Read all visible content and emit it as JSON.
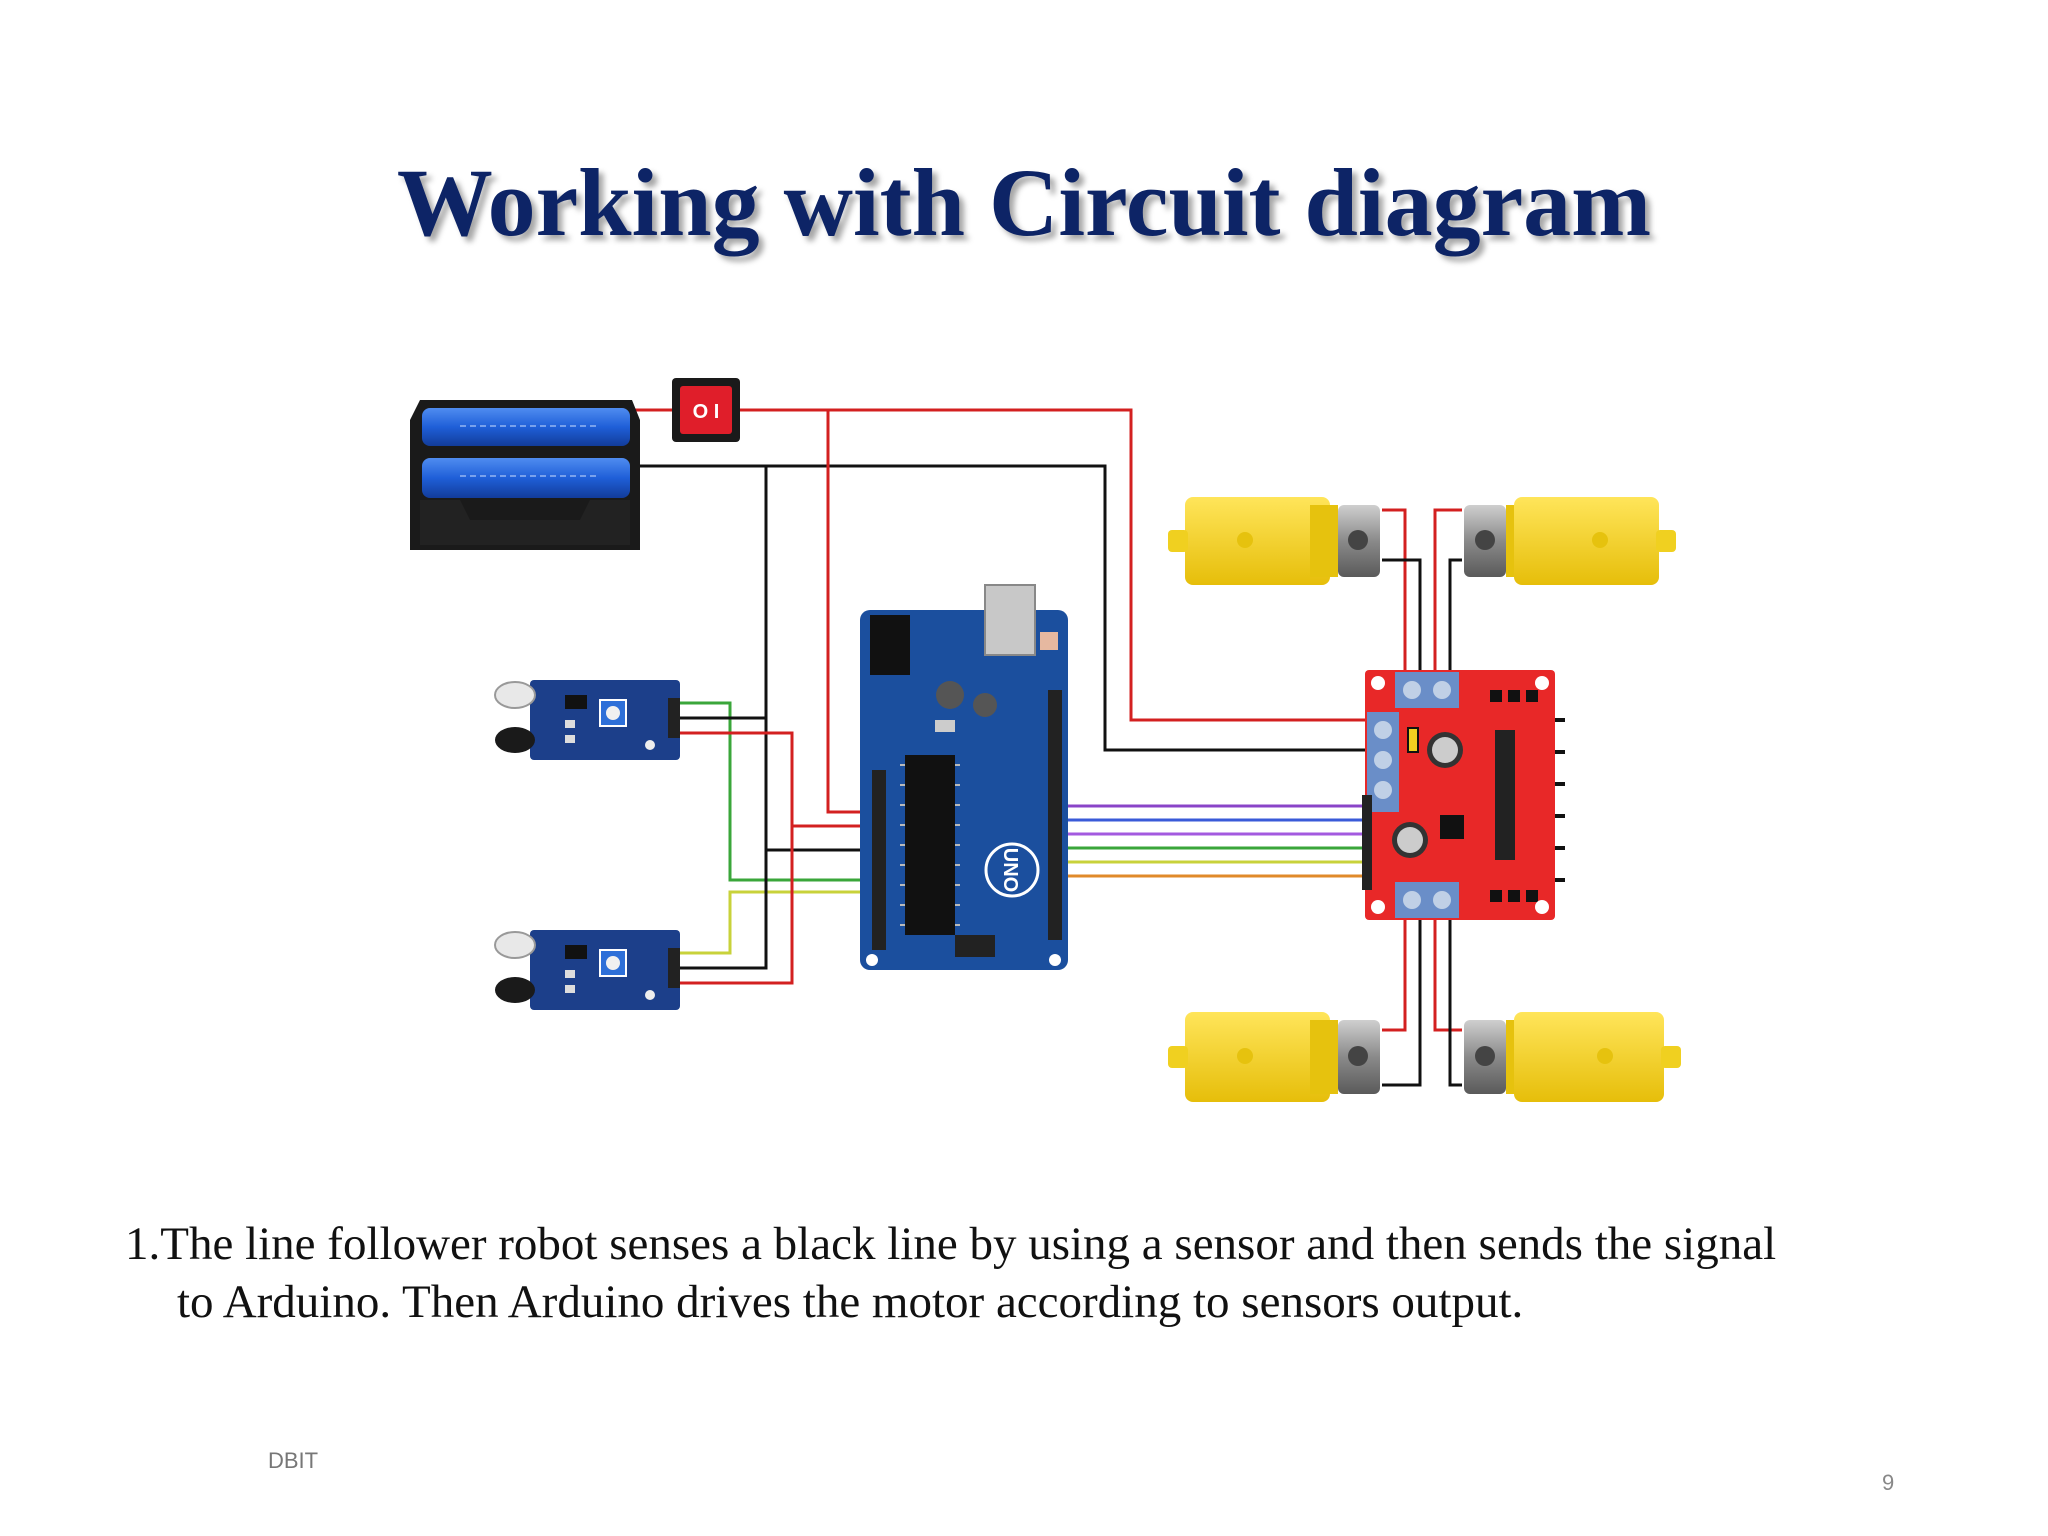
{
  "slide": {
    "title": "Working with Circuit diagram",
    "body_line1": "1.The line follower robot senses a black line by using a sensor and then sends the signal",
    "body_line2": "to Arduino. Then Arduino drives the motor according to sensors output.",
    "footer_left": "DBIT",
    "page_number": "9"
  },
  "diagram": {
    "board_label": "UNO",
    "switch_label": "O  I",
    "colors": {
      "wire_red": "#d32020",
      "wire_black": "#111111",
      "wire_green": "#3aa63a",
      "wire_yellow": "#c8d23a",
      "wire_purple": "#8a44c8",
      "wire_blue": "#3a5ad8",
      "wire_orange": "#e08a2a",
      "battery_blue": "#1f5fd8",
      "arduino_blue": "#1b4f9e",
      "driver_red": "#e82828",
      "motor_yellow": "#f3d21e",
      "sensor_blue": "#1c3f8a"
    }
  }
}
